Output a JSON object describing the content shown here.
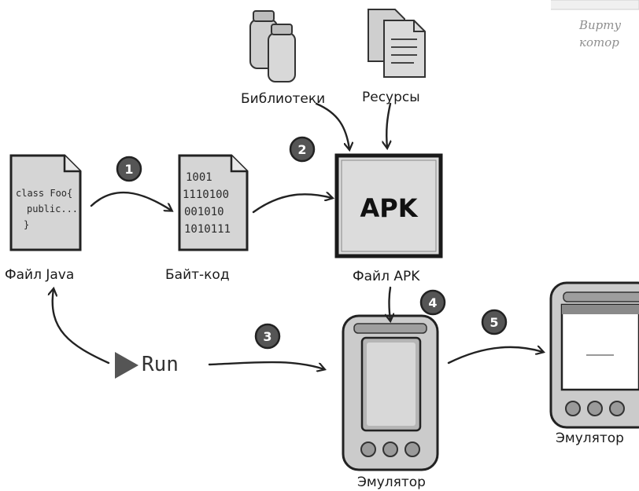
{
  "note_top": [
    "Вирту",
    "котор"
  ],
  "labels": {
    "libraries": "Библиотеки",
    "resources": "Ресурсы",
    "java_file": "Файл Java",
    "bytecode": "Байт-код",
    "apk_file": "Файл APK",
    "emulator_main": "Эмулятор",
    "emulator_right": "Эмулятор",
    "run": "Run"
  },
  "java_code": [
    "class Foo{",
    "public...",
    "}"
  ],
  "bytecode_lines": [
    "1001",
    "1110100",
    "001010",
    "1010111"
  ],
  "apk_box": "APK",
  "step_badges": [
    "1",
    "2",
    "3",
    "4",
    "5"
  ],
  "colors": {
    "badge": "#555555",
    "paper": "#d9d9d9",
    "outline": "#222222",
    "note": "#8f8f8f"
  },
  "icons": [
    "jar-icon",
    "resource-pages-icon",
    "play-triangle-icon",
    "phone-emulator-icon"
  ]
}
